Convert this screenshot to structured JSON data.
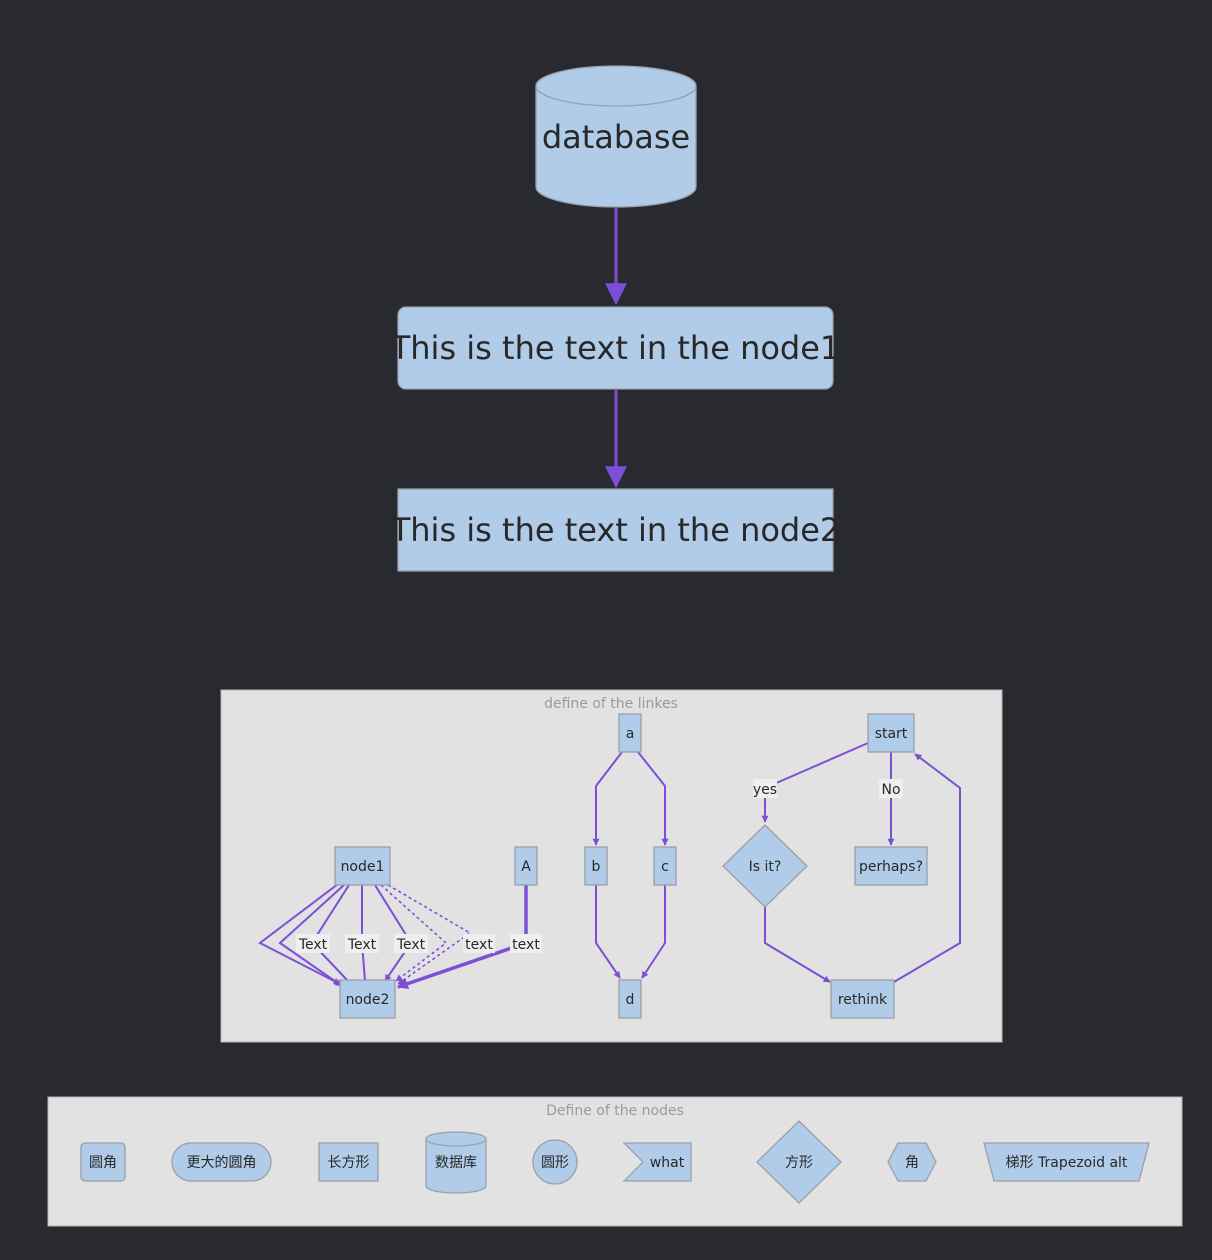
{
  "top_flow": {
    "database": "database",
    "node1": "This is the text in the node1",
    "node2": "This is the text in the node2"
  },
  "links_cluster": {
    "title": "define of the linkes",
    "nodes": {
      "node1": "node1",
      "node2": "node2",
      "A": "A",
      "a": "a",
      "b": "b",
      "c": "c",
      "d": "d",
      "start": "start",
      "is_it": "Is it?",
      "perhaps": "perhaps?",
      "rethink": "rethink"
    },
    "edge_labels": {
      "text1": "Text",
      "text2": "Text",
      "text3": "Text",
      "text4": "text",
      "text5": "text",
      "yes": "yes",
      "no": "No"
    }
  },
  "nodes_cluster": {
    "title": "Define of the nodes",
    "nodes": {
      "round": "圆角",
      "stadium": "更大的圆角",
      "rect": "长方形",
      "db": "数据库",
      "circle": "圆形",
      "flag": "what",
      "rhombus": "方形",
      "hexagon": "角",
      "trapezoid": "梯形 Trapezoid alt"
    }
  },
  "colors": {
    "background": "#282a30",
    "node_fill": "#b0cce8",
    "node_stroke": "#9a9fa8",
    "edge": "#7d4fd6",
    "cluster_fill": "#e2e2e2"
  }
}
